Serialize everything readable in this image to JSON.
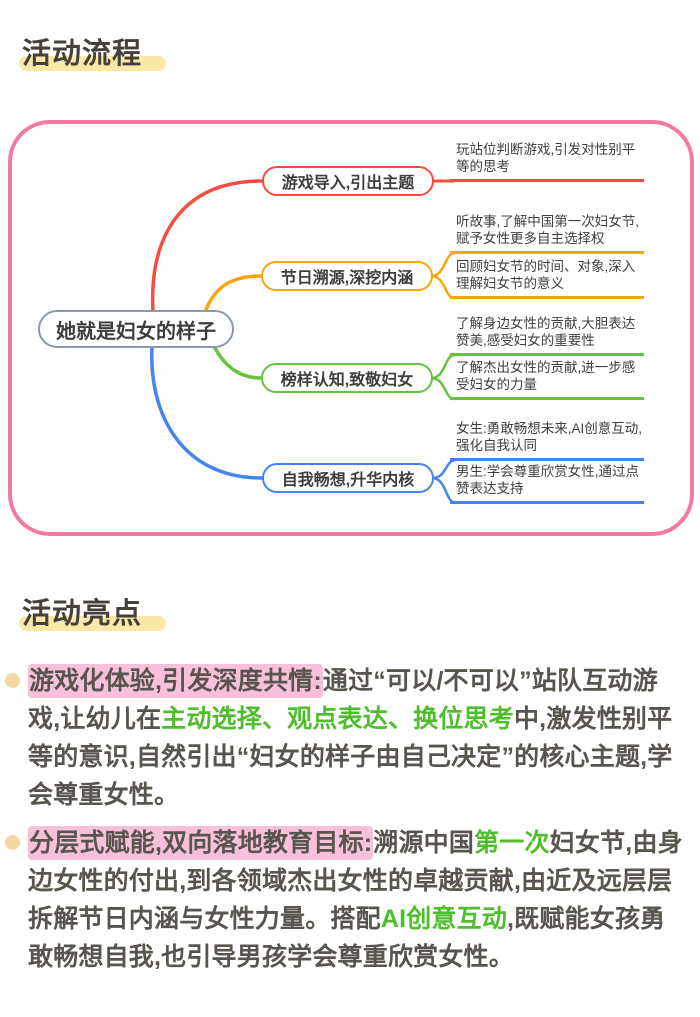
{
  "colors": {
    "frame_pink": "#f478a6",
    "accent_red": "#f94b3f",
    "accent_orange": "#fca40e",
    "accent_green": "#65c33c",
    "accent_blue": "#4285f0",
    "root_border_gray": "#8b99ab",
    "title_highlight_yellow": "#fbe8a6",
    "text_highlight_pink": "#f8c0da",
    "text_green": "#4fbe2d",
    "bullet_cream": "#f3d8a6"
  },
  "flow_section": {
    "title": "活动流程"
  },
  "mindmap": {
    "root": "她就是妇女的样子",
    "branches": [
      {
        "label": "游戏导入,引出主题",
        "color": "#f94b3f",
        "children": [
          "玩站位判断游戏,引发对性别平等的思考"
        ]
      },
      {
        "label": "节日溯源,深挖内涵",
        "color": "#fca40e",
        "children": [
          "听故事,了解中国第一次妇女节,赋予女性更多自主选择权",
          "回顾妇女节的时间、对象,深入理解妇女节的意义"
        ]
      },
      {
        "label": "榜样认知,致敬妇女",
        "color": "#65c33c",
        "children": [
          "了解身边女性的贡献,大胆表达赞美,感受妇女的重要性",
          "了解杰出女性的贡献,进一步感受妇女的力量"
        ]
      },
      {
        "label": "自我畅想,升华内核",
        "color": "#4285f0",
        "children": [
          "女生:勇敢畅想未来,AI创意互动,强化自我认同",
          "男生:学会尊重欣赏女性,通过点赞表达支持"
        ]
      }
    ]
  },
  "highlights_section": {
    "title": "活动亮点",
    "bullets": [
      {
        "segments": [
          {
            "style": "pink-highlight",
            "text": "游戏化体验,引发深度共情:"
          },
          {
            "style": "normal",
            "text": "通过“可以/不可以”站队互动游戏,让幼儿在"
          },
          {
            "style": "green",
            "text": "主动选择、观点表达、换位思考"
          },
          {
            "style": "normal",
            "text": "中,激发性别平等的意识,自然引出“妇女的样子由自己决定”的核心主题,学会尊重女性。"
          }
        ]
      },
      {
        "segments": [
          {
            "style": "pink-highlight",
            "text": "分层式赋能,双向落地教育目标:"
          },
          {
            "style": "normal",
            "text": "溯源中国"
          },
          {
            "style": "green",
            "text": "第一次"
          },
          {
            "style": "normal",
            "text": "妇女节,由身边女性的付出,到各领域杰出女性的卓越贡献,由近及远层层拆解节日内涵与女性力量。搭配"
          },
          {
            "style": "green",
            "text": "AI创意互动"
          },
          {
            "style": "normal",
            "text": ",既赋能女孩勇敢畅想自我,也引导男孩学会尊重欣赏女性。"
          }
        ]
      }
    ]
  }
}
